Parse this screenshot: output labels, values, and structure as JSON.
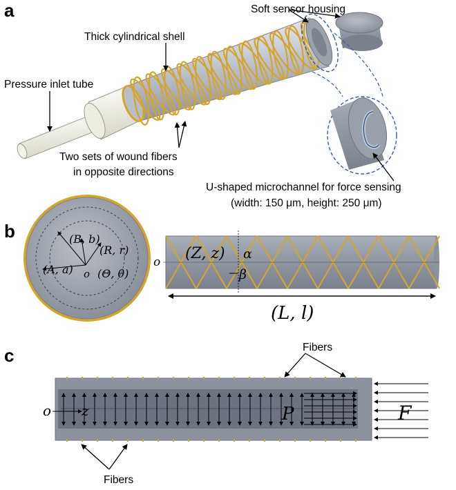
{
  "panels": {
    "a": {
      "letter": "a",
      "labels": {
        "housing": "Soft sensor housing",
        "shell": "Thick cylindrical shell",
        "inlet": "Pressure inlet tube",
        "fibers_line1": "Two sets of wound fibers",
        "fibers_line2": "in opposite directions",
        "channel_line1": "U-shaped microchannel for force sensing",
        "channel_line2": "(width: 150 μm, height: 250 μm)"
      }
    },
    "b": {
      "letter": "b",
      "cross_section": {
        "B_b": "(B, b)",
        "R_r": "(R, r)",
        "A_a": "(A, a)",
        "Theta_theta": "(Θ, θ)",
        "origin": "o"
      },
      "side_view": {
        "origin": "o",
        "Z_z": "(Z, z)",
        "alpha": "α",
        "beta": "β",
        "L_l": "(L, l)"
      }
    },
    "c": {
      "letter": "c",
      "labels": {
        "fibers_top": "Fibers",
        "fibers_bottom": "Fibers",
        "origin": "o",
        "z": "z",
        "P": "P",
        "F": "F"
      }
    }
  },
  "colors": {
    "fiber": "#d4a52a",
    "steel": "#8c939e",
    "steel_dark": "#6f7580",
    "housing_outline": "#2f5ea8",
    "tube": "#f1f0e6"
  }
}
